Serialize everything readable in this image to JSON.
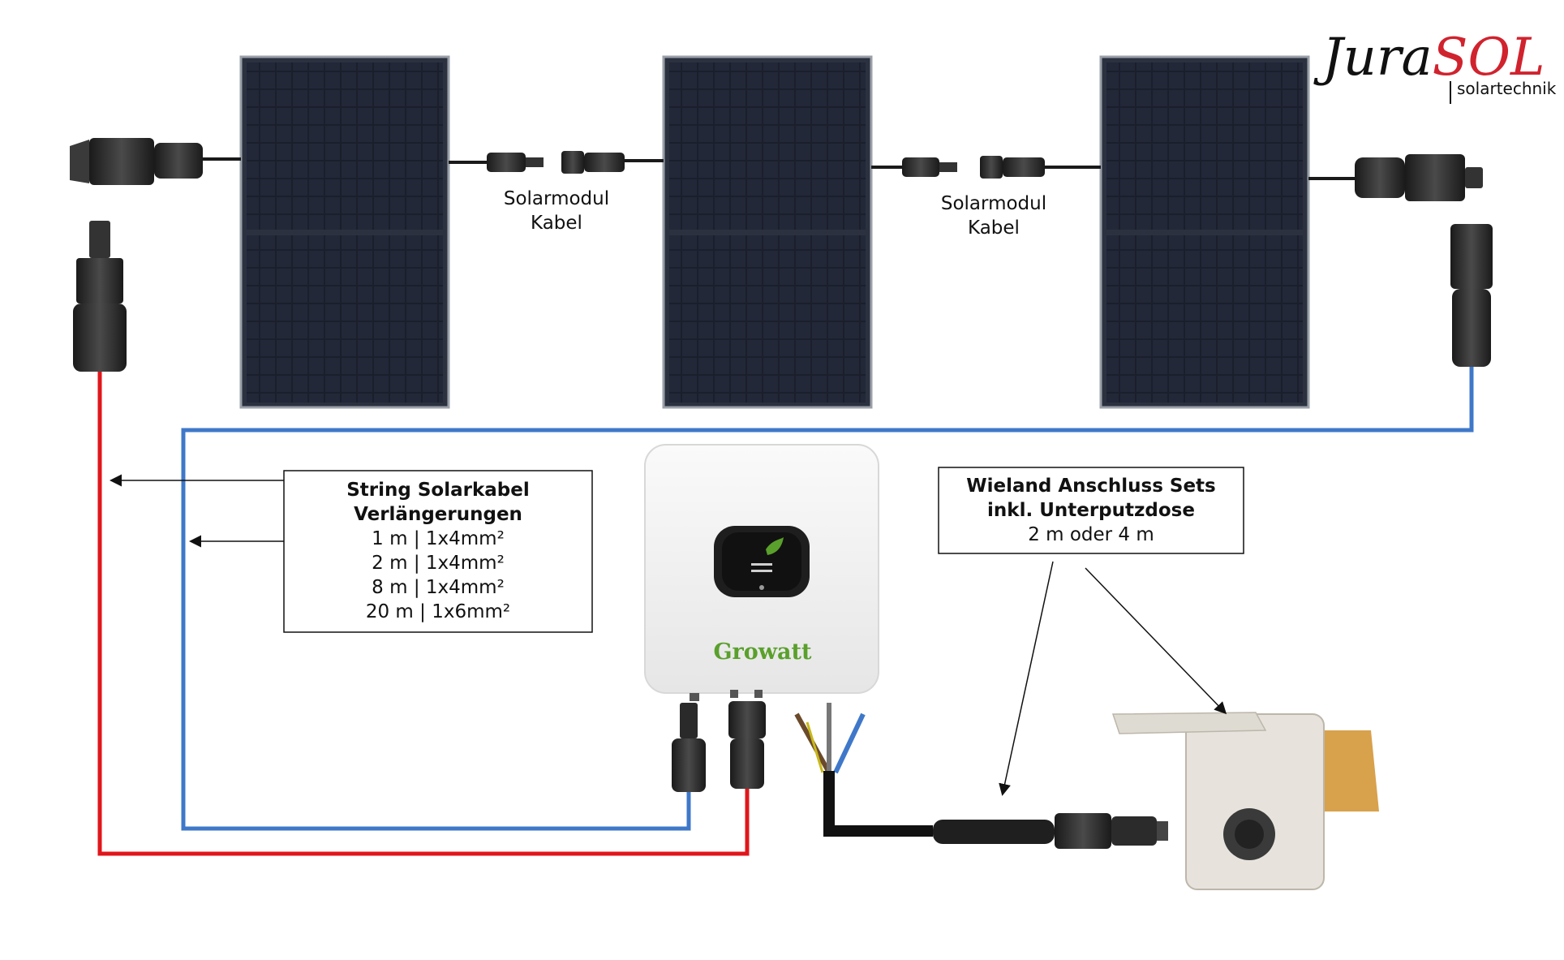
{
  "brand": {
    "name_part1": "Jura",
    "name_part2": "SOL",
    "tagline": "solartechnik",
    "accent_color": "#d0232e"
  },
  "cable_labels": [
    {
      "line1": "Solarmodul",
      "line2": "Kabel"
    },
    {
      "line1": "Solarmodul",
      "line2": "Kabel"
    }
  ],
  "string_box": {
    "title_line1": "String Solarkabel",
    "title_line2": "Verlängerungen",
    "items": [
      "1 m | 1x4mm²",
      "2 m | 1x4mm²",
      "8 m | 1x4mm²",
      "20 m | 1x6mm²"
    ]
  },
  "wieland_box": {
    "title_line1": "Wieland Anschluss Sets",
    "title_line2": "inkl. Unterputzdose",
    "detail": "2 m oder 4 m"
  },
  "inverter": {
    "brand": "Growatt",
    "brand_color": "#5aa02c"
  },
  "colors": {
    "positive_cable": "#e0161b",
    "negative_cable": "#3f78c9",
    "panel": "#1d2230",
    "connector": "#2a2a2a"
  }
}
